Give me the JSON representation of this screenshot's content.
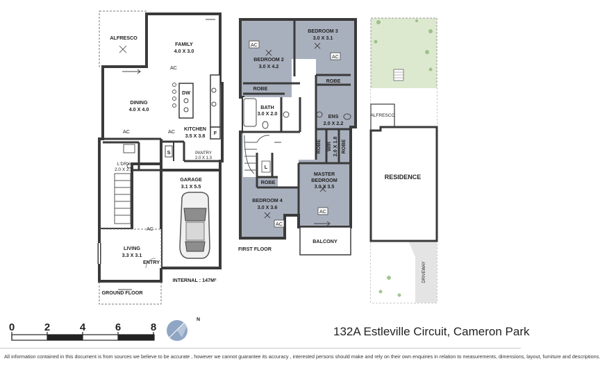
{
  "ground_floor": {
    "label": "GROUND FLOOR",
    "rooms": {
      "alfresco": "ALFRESCO",
      "family": "FAMILY",
      "family_dims": "4.0 X 3.0",
      "dining": "DINING",
      "dining_dims": "4.0 X 4.0",
      "kitchen": "KITCHEN",
      "kitchen_dims": "3.5 X 3.8",
      "pantry": "PANTRY",
      "pantry_dims": "2.0 X 1.3",
      "laundry": "L'DRY",
      "laundry_dims": "2.0 X 2.2",
      "garage": "GARAGE",
      "garage_dims": "3.1 X 5.5",
      "living": "LIVING",
      "living_dims": "3.3 X 3.1",
      "entry": "ENTRY"
    },
    "marks": {
      "ac": "AC",
      "dw": "DW",
      "fridge": "F",
      "store": "S"
    },
    "internal": "INTERNAL : 147M²"
  },
  "first_floor": {
    "label": "FIRST FLOOR",
    "rooms": {
      "bedroom2": "BEDROOM 2",
      "bedroom2_dims": "3.0 X 4.2",
      "bedroom3": "BEDROOM 3",
      "bedroom3_dims": "3.0 X 3.1",
      "robe": "ROBE",
      "bath": "BATH",
      "bath_dims": "3.0 X 2.0",
      "ens": "ENS",
      "ens_dims": "2.0 X 2.2",
      "wir": "WIR",
      "wir_dims": "2.0 X 1.8",
      "bedroom4": "BEDROOM 4",
      "bedroom4_dims": "3.0 X 3.6",
      "master": "MASTER",
      "master2": "BEDROOM",
      "master_dims": "3.0 X 3.5",
      "balcony": "BALCONY",
      "linen": "L"
    },
    "marks": {
      "ac": "AC"
    }
  },
  "site": {
    "alfresco": "ALFRESCO",
    "residence": "RESIDENCE",
    "driveway": "DRIVEWAY"
  },
  "scale": {
    "ticks": [
      "0",
      "2",
      "4",
      "6",
      "8"
    ]
  },
  "compass": {
    "north": "N"
  },
  "address": "132A Estleville Circuit, Cameron Park",
  "disclaimer": "All information contained in this document is from sources we believe to be accurate , however we cannot guarantee its accuracy , interested persons should make and rely on their own enquiries in relation to measurements, dimensions, layout, furniture and descriptions.",
  "colors": {
    "first_floor_fill": "#a9b0bd",
    "grass": "#dde9cf",
    "wall": "#3a3a3a"
  }
}
